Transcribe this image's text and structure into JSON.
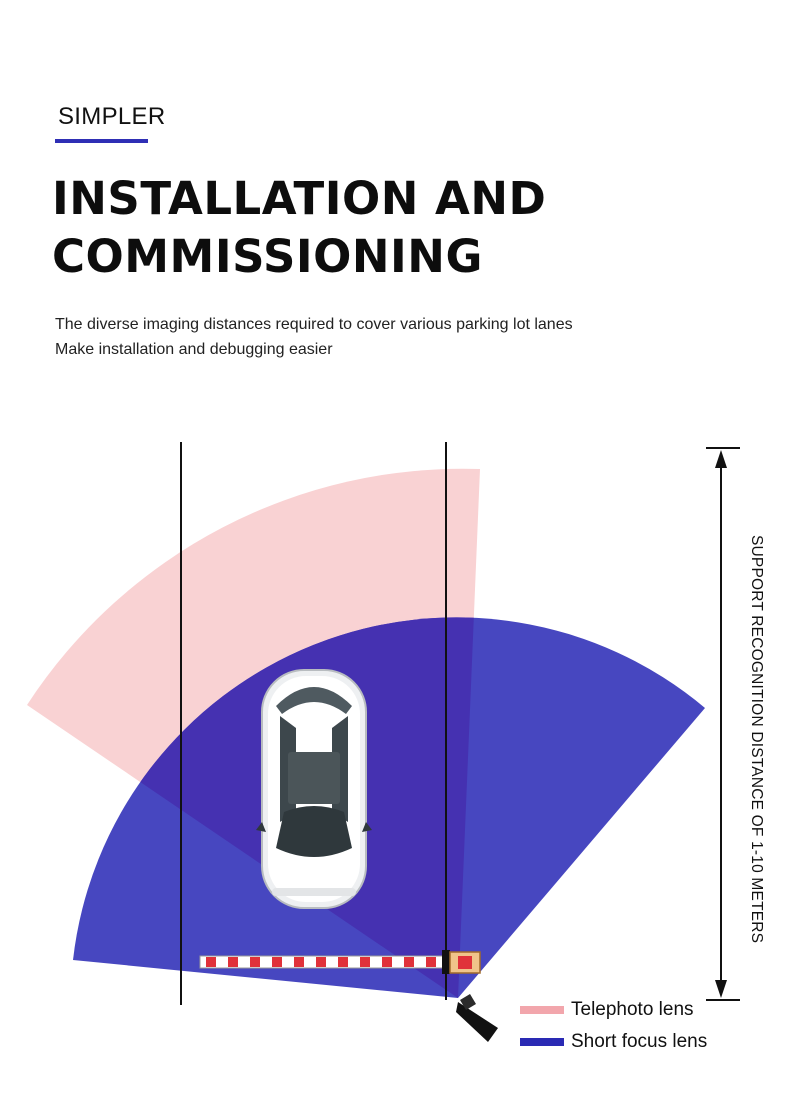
{
  "header": {
    "kicker": "SIMPLER",
    "title_line1": "INSTALLATION AND",
    "title_line2": "COMMISSIONING",
    "subtitle_line1": "The diverse imaging distances required to cover various parking lot lanes",
    "subtitle_line2": "Make installation and debugging easier"
  },
  "diagram": {
    "range_label": "SUPPORT RECOGNITION DISTANCE OF 1-10 METERS",
    "legend": [
      {
        "label": "Telephoto lens",
        "color": "#f2a6ac"
      },
      {
        "label": "Short focus lens",
        "color": "#2a2ab4"
      }
    ],
    "colors": {
      "telephoto_fill": "#f9d2d3",
      "short_focus_fill": "#4747c0",
      "overlap_fill": "#4531b1",
      "barrier_red": "#e0323a"
    }
  }
}
